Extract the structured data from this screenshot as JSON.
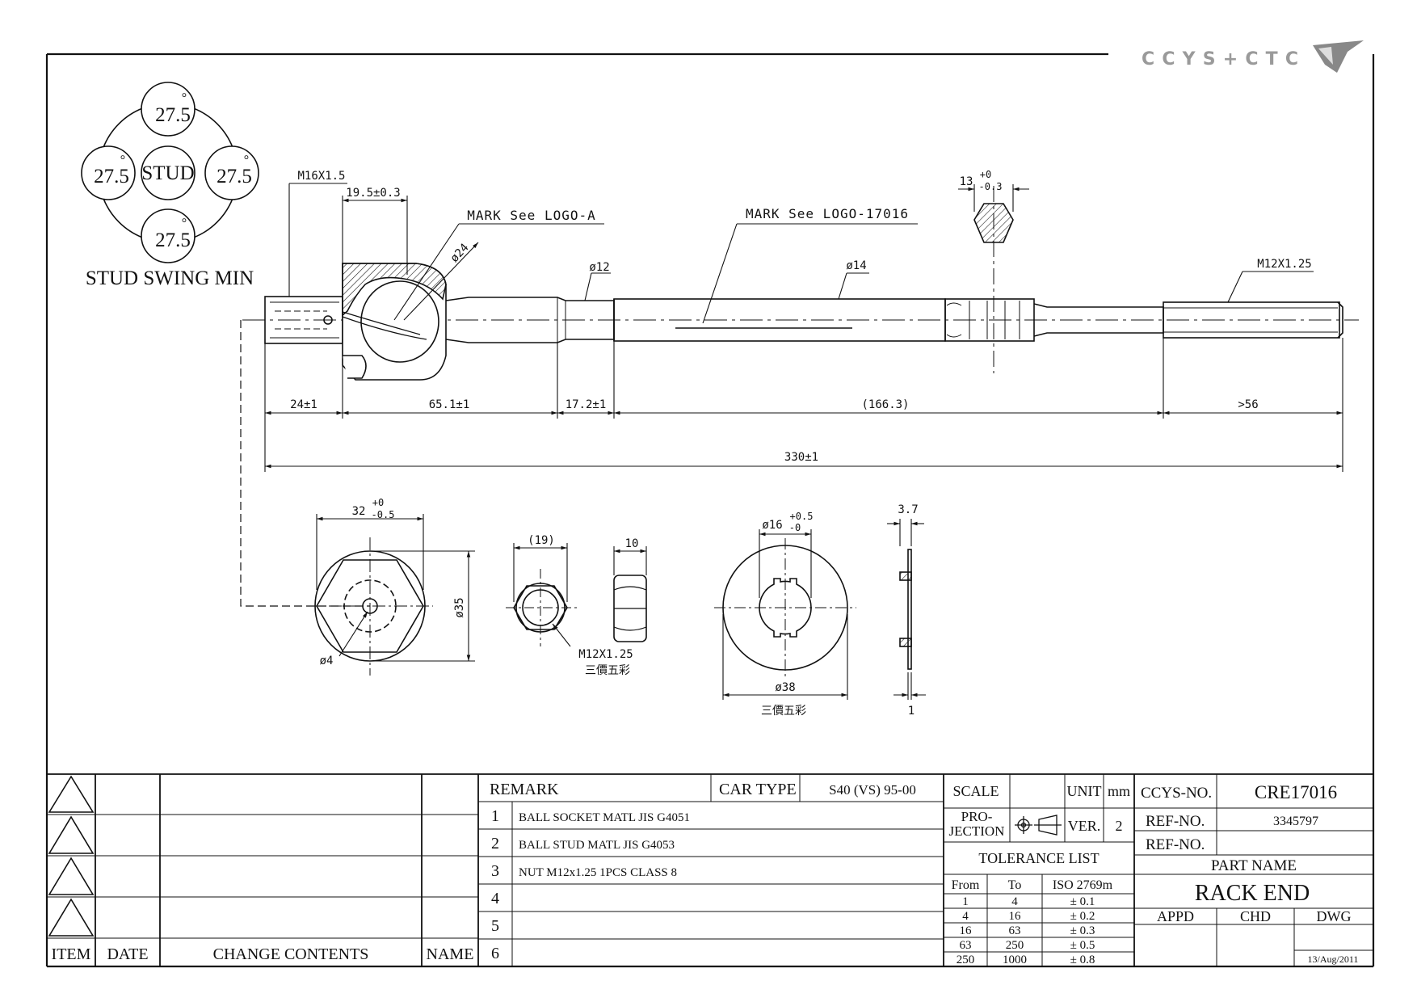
{
  "brand": {
    "logo_text": "CCYS+CTC"
  },
  "stud_swing": {
    "center": "STUD",
    "angles": [
      "27.5",
      "27.5",
      "27.5",
      "27.5"
    ],
    "degree": "°",
    "caption": "STUD SWING MIN"
  },
  "labels": {
    "thread_left": "M16X1.5",
    "ball_length": "19.5±0.3",
    "mark_a": "MARK See LOGO-A",
    "mark_b": "MARK See LOGO-17016",
    "ball_dia": "ø24",
    "dia12": "ø12",
    "dia14": "ø14",
    "hex_main": "13",
    "hex_tol_up": "+0",
    "hex_tol_dn": "-0.3",
    "thread_right": "M12X1.25"
  },
  "dims": {
    "d1": "24±1",
    "d2": "65.1±1",
    "d3": "17.2±1",
    "d4": "(166.3)",
    "d5": ">56",
    "total": "330±1"
  },
  "views": {
    "hex_w": "32",
    "hex_w_up": "+0",
    "hex_w_dn": "-0.5",
    "dia35": "ø35",
    "dia4": "ø4",
    "nut_w": "(19)",
    "nut_h": "10",
    "nut_thread": "M12X1.25",
    "nut_finish": "三價五彩",
    "washer_id": "ø16",
    "washer_id_up": "+0.5",
    "washer_id_dn": "-0",
    "washer_od": "ø38",
    "washer_finish": "三價五彩",
    "washer_t": "3.7",
    "washer_t2": "1"
  },
  "title_block": {
    "revision_headers": [
      "ITEM",
      "DATE",
      "CHANGE CONTENTS",
      "NAME"
    ],
    "remark_label": "REMARK",
    "car_type_label": "CAR TYPE",
    "car_type_value": "S40 (VS) 95-00",
    "remarks": [
      {
        "no": "1",
        "text": "BALL SOCKET MATL JIS  G4051"
      },
      {
        "no": "2",
        "text": "BALL STUD MATL JIS G4053"
      },
      {
        "no": "3",
        "text": "NUT M12x1.25 1PCS CLASS 8"
      },
      {
        "no": "4",
        "text": ""
      },
      {
        "no": "5",
        "text": ""
      },
      {
        "no": "6",
        "text": ""
      }
    ],
    "scale_label": "SCALE",
    "unit_label": "UNIT",
    "unit_value": "mm",
    "projection_label_1": "PRO-",
    "projection_label_2": "JECTION",
    "ver_label": "VER.",
    "ver_value": "2",
    "tolerance_title": "TOLERANCE LIST",
    "tolerance_headers": [
      "From",
      "To",
      "ISO 2769m"
    ],
    "tolerance_rows": [
      [
        "1",
        "4",
        "± 0.1"
      ],
      [
        "4",
        "16",
        "± 0.2"
      ],
      [
        "16",
        "63",
        "± 0.3"
      ],
      [
        "63",
        "250",
        "± 0.5"
      ],
      [
        "250",
        "1000",
        "± 0.8"
      ]
    ],
    "ccys_no_label": "CCYS-NO.",
    "ccys_no_value": "CRE17016",
    "ref_no_label_1": "REF-NO.",
    "ref_no_value_1": "3345797",
    "ref_no_label_2": "REF-NO.",
    "ref_no_value_2": "",
    "part_name_label": "PART NAME",
    "part_name_value": "RACK END",
    "sign_headers": [
      "APPD",
      "CHD",
      "DWG"
    ],
    "date": "13/Aug/2011"
  }
}
